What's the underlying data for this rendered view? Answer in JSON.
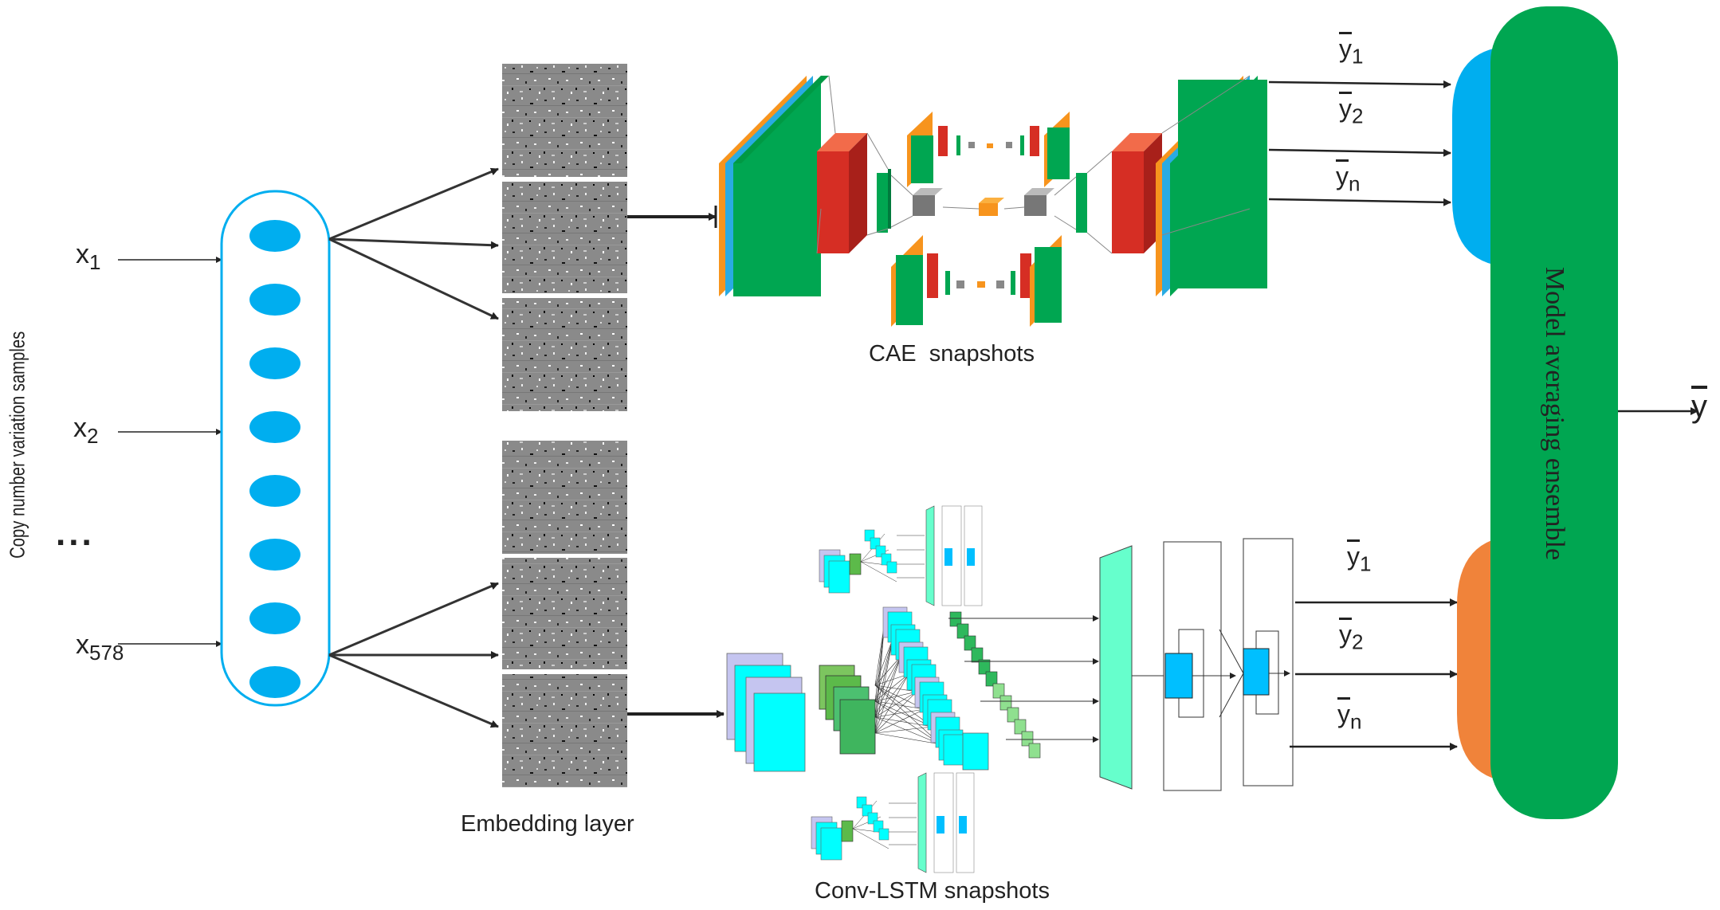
{
  "side_label": "Copy number variation samples",
  "inputs": [
    {
      "base": "x",
      "sub": "1"
    },
    {
      "base": "x",
      "sub": "2"
    },
    {
      "base": "x",
      "sub": "578"
    }
  ],
  "inputs_ellipsis": "...",
  "embedding_label": "Embedding layer",
  "cae_label": "CAE  snapshots",
  "convlstm_label": "Conv-LSTM snapshots",
  "ensemble_label": "Model averaging ensemble",
  "final_output": "y",
  "cae_outputs": [
    {
      "base": "y",
      "sub": "1"
    },
    {
      "base": "y",
      "sub": "2"
    },
    {
      "base": "y",
      "sub": "n"
    }
  ],
  "lstm_outputs": [
    {
      "base": "y",
      "sub": "1"
    },
    {
      "base": "y",
      "sub": "2"
    },
    {
      "base": "y",
      "sub": "n"
    }
  ],
  "colors": {
    "ensemble": "#00a651",
    "cae_cap": "#00aeef",
    "lstm_cap": "#f0833a",
    "node": "#00aeef",
    "layer_orange": "#f7941d",
    "layer_blue": "#29abe2",
    "layer_green": "#00a651",
    "layer_red": "#d62e24",
    "lstm_cyan": "#00ffff",
    "lstm_lavender": "#c5c5f0",
    "lstm_mint": "#66ffcc"
  }
}
